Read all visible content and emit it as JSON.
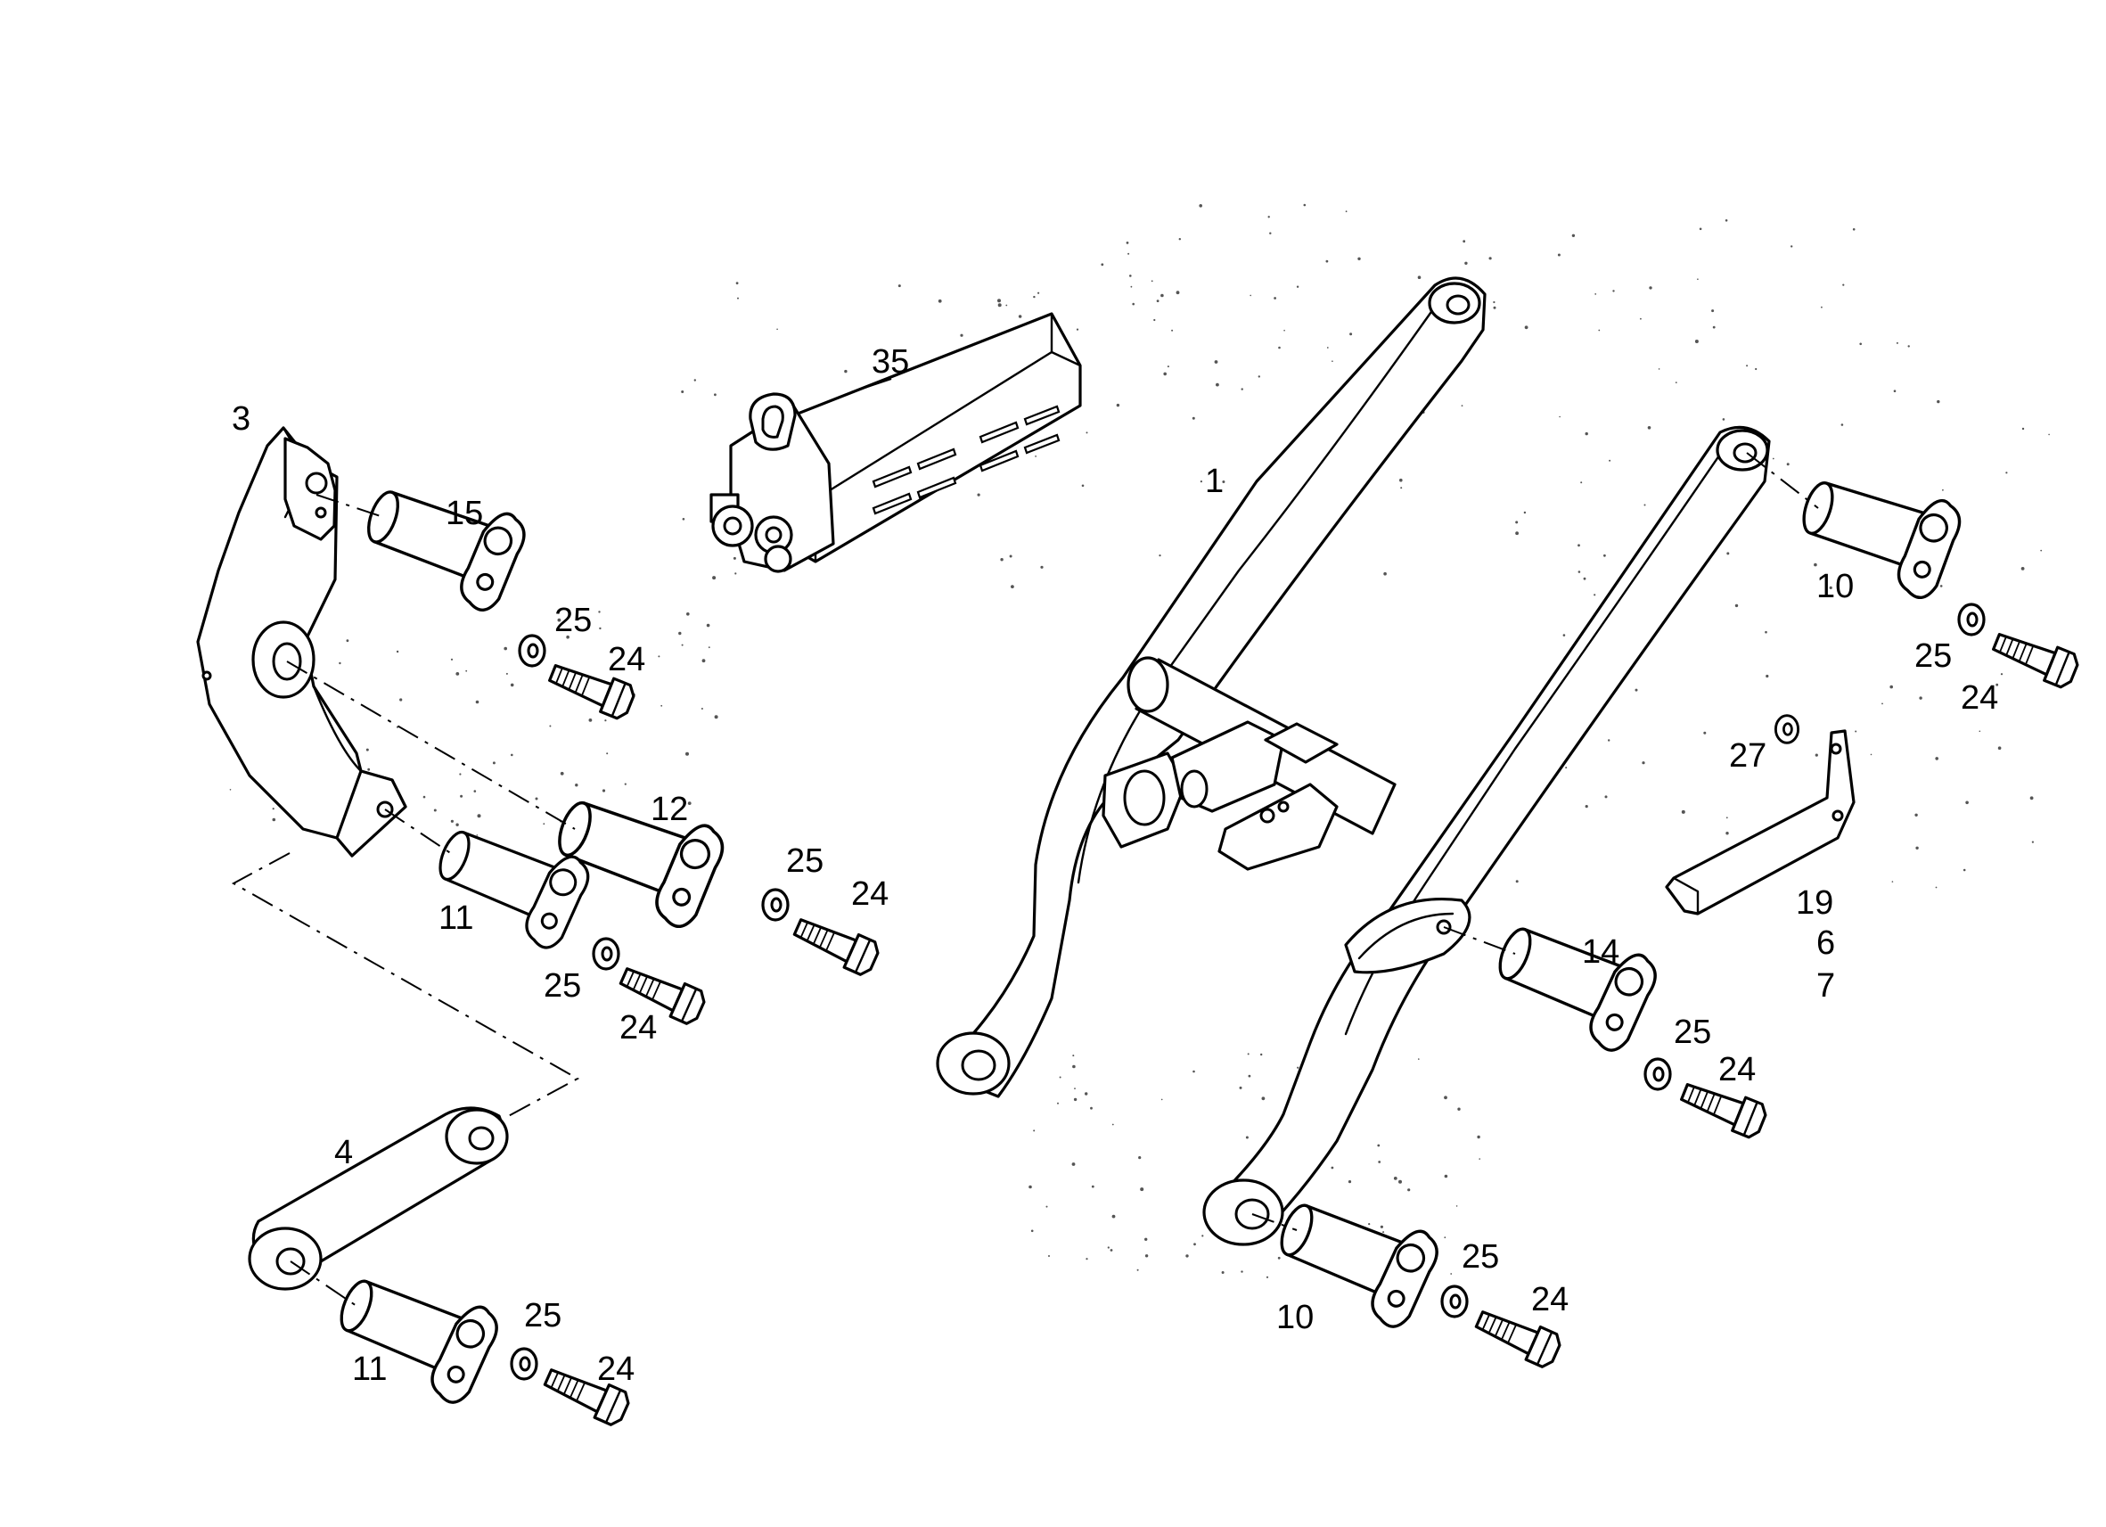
{
  "callouts": {
    "c1": "1",
    "c3": "3",
    "c4": "4",
    "c6": "6",
    "c7": "7",
    "c10": "10",
    "c11": "11",
    "c12": "12",
    "c14": "14",
    "c15": "15",
    "c19": "19",
    "c24": "24",
    "c25": "25",
    "c27": "27",
    "c35": "35"
  }
}
